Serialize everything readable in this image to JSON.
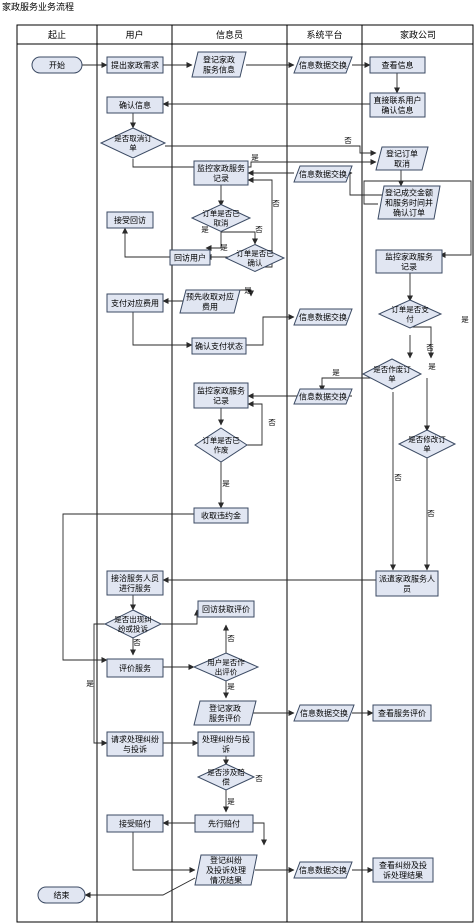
{
  "title": "家政服务业务流程",
  "lanes": [
    "起止",
    "用户",
    "信息员",
    "系统平台",
    "家政公司"
  ],
  "nodes": {
    "start": "开始",
    "end": "结束",
    "u1": "提出家政需求",
    "s1": [
      "登记家政",
      "服务信息"
    ],
    "p1": "信息数据交换",
    "c1": "查看信息",
    "c2": [
      "直接联系用户",
      "确认信息"
    ],
    "u2": "确认信息",
    "d1": [
      "是否取消订",
      "单"
    ],
    "c3": [
      "登记订单",
      "取消"
    ],
    "s2": [
      "监控家政服务",
      "记录"
    ],
    "p2": "信息数据交换",
    "c4": [
      "登记成交金额",
      "和服务时间并",
      "确认订单"
    ],
    "d2": [
      "订单是否已",
      "取消"
    ],
    "d3": [
      "订单是否已",
      "确认"
    ],
    "u3": "接受回访",
    "s3": "回访用户",
    "c5": [
      "监控家政服务",
      "记录"
    ],
    "u4": "支付对应费用",
    "s4": [
      "预先收取对应",
      "费用"
    ],
    "p3": "信息数据交换",
    "d4": [
      "订单是否支",
      "付"
    ],
    "s5": "确认支付状态",
    "d5": [
      "是否作废订",
      "单"
    ],
    "s6": [
      "监控家政服务",
      "记录"
    ],
    "p4": "信息数据交换",
    "d6": [
      "是否修改订",
      "单"
    ],
    "d7": [
      "订单是否已",
      "作废"
    ],
    "s7": "收取违约金",
    "u5": [
      "接洽服务人员",
      "进行服务"
    ],
    "c6": [
      "派遣家政服务人",
      "员"
    ],
    "d8": [
      "是否出现纠",
      "纷或投诉"
    ],
    "s8": "回访获取评价",
    "u6": "评价服务",
    "d9": [
      "用户是否作",
      "出评价"
    ],
    "s9": [
      "登记家政",
      "服务评价"
    ],
    "p5": "信息数据交换",
    "c7": "查看服务评价",
    "u7": [
      "请求处理纠纷",
      "与投诉"
    ],
    "s10": [
      "处理纠纷与投",
      "诉"
    ],
    "d10": [
      "是否涉及赔",
      "偿"
    ],
    "u8": "接受赔付",
    "s11": "先行赔付",
    "s12": [
      "登记纠纷",
      "及投诉处理",
      "情况结果"
    ],
    "p6": "信息数据交换",
    "c8": [
      "查看纠纷及投",
      "诉处理结果"
    ]
  },
  "labels": {
    "yes": "是",
    "no": "否"
  }
}
